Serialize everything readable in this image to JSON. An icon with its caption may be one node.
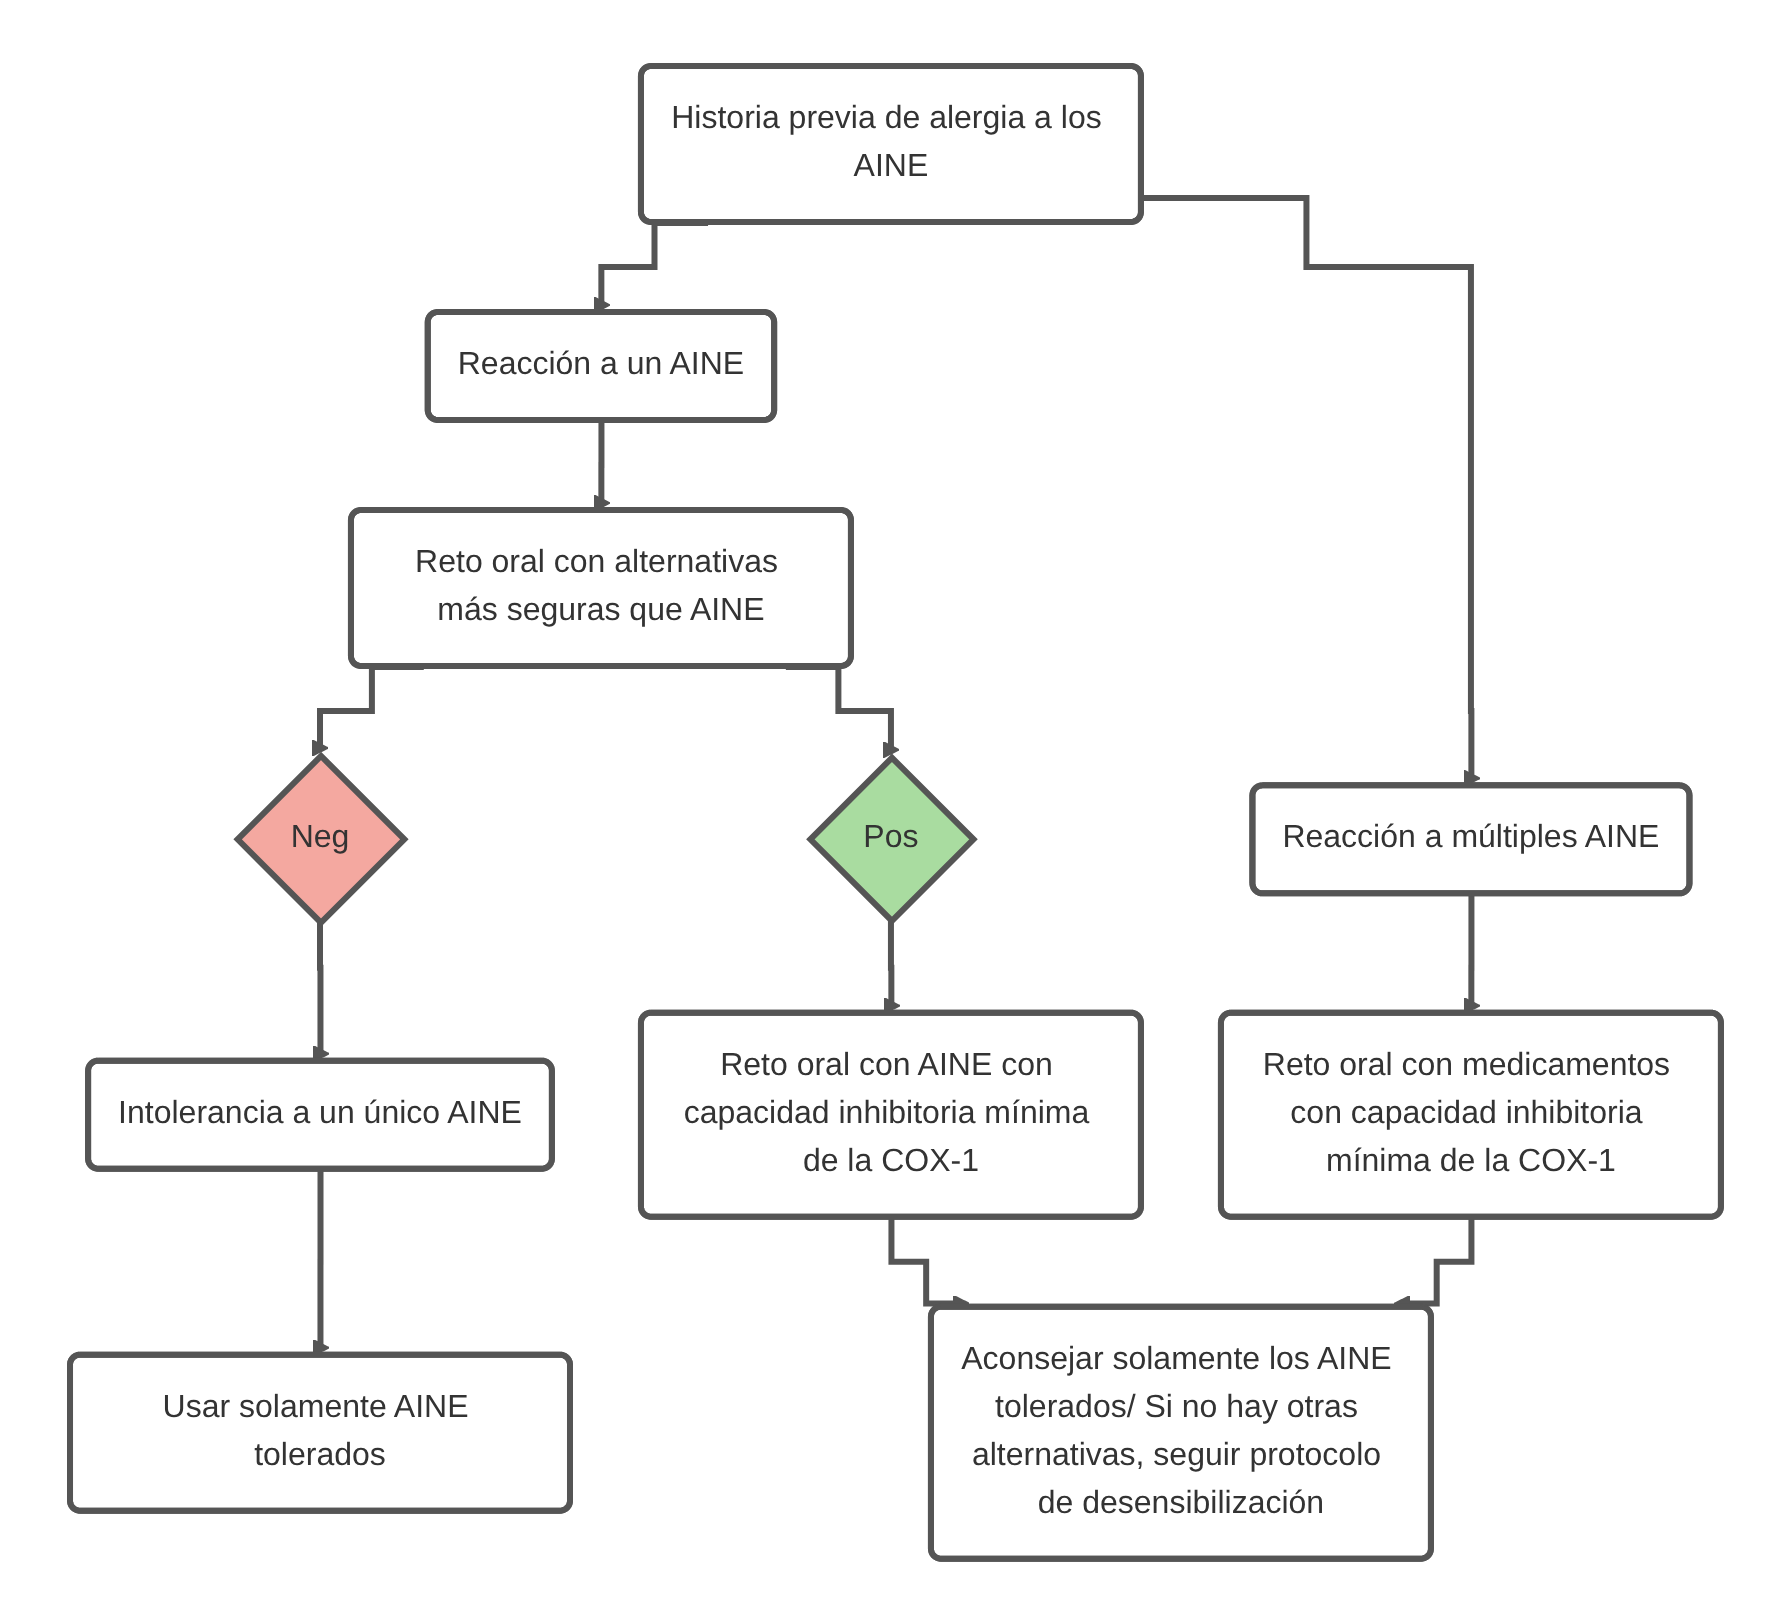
{
  "diagram": {
    "nodes": [
      {
        "text": [
          "Historia previa de alergia a los AINE"
        ]
      },
      {
        "text": [
          "Reacción a un AINE"
        ]
      },
      {
        "text": [
          "Reacción a múltiples AINE"
        ]
      },
      {
        "text": [
          "Reto oral con alternativas más seguras que AINE"
        ]
      },
      {
        "text": [
          "Neg"
        ]
      },
      {
        "text": [
          "Pos"
        ]
      },
      {
        "text": [
          "Intolerancia a un único AINE"
        ]
      },
      {
        "text": [
          "Usar solamente AINE tolerados"
        ]
      },
      {
        "text": [
          "Reto oral con AINE con capacidad inhibitoria mínima de la COX-1"
        ]
      },
      {
        "text": [
          "Reto oral con medicamentos con capacidad inhibitoria mínima de la COX-1"
        ]
      },
      {
        "text": [
          "Aconsejar solamente los AINE tolerados/ Si no hay otras alternativas, seguir protocolo de desensibilización"
        ]
      }
    ],
    "edges": [
      {
        "from": 0,
        "to": 1,
        "arrow": "to"
      },
      {
        "from": 0,
        "to": 2,
        "arrow": "to"
      },
      {
        "from": 1,
        "to": 3,
        "arrow": "to"
      },
      {
        "from": 3,
        "to": 4,
        "arrow": "to"
      },
      {
        "from": 3,
        "to": 5,
        "arrow": "to"
      },
      {
        "from": 4,
        "to": 6,
        "arrow": "to"
      },
      {
        "from": 6,
        "to": 7,
        "arrow": "to"
      },
      {
        "from": 5,
        "to": 8,
        "arrow": "to"
      },
      {
        "from": 2,
        "to": 9,
        "arrow": "to"
      },
      {
        "from": 9,
        "to": 10,
        "arrow": "to"
      },
      {
        "from": 8,
        "to": 10,
        "arrow": "to"
      }
    ]
  }
}
